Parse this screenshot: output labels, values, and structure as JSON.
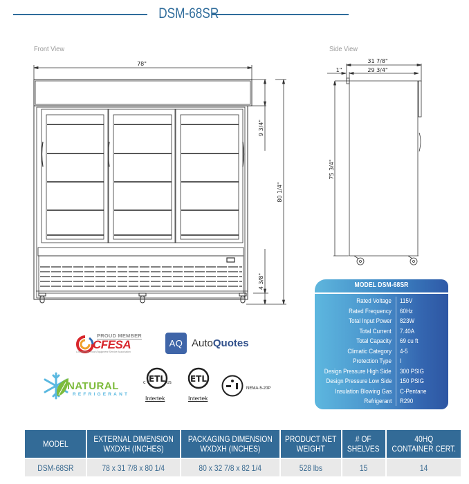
{
  "header": {
    "title": "DSM-68SR"
  },
  "front_view": {
    "label": "Front View",
    "dims": {
      "width": "78\"",
      "top_panel": "9 3/4\"",
      "height": "80 1/4\"",
      "base": "4 3/8\""
    }
  },
  "side_view": {
    "label": "Side View",
    "dims": {
      "overall_depth": "31 7/8\"",
      "body_depth": "29 3/4\"",
      "door": "1\"",
      "body_height": "75 3/4\""
    }
  },
  "spec_card": {
    "title": "MODEL DSM-68SR",
    "rows": [
      {
        "label": "Rated  Voltage",
        "value": "115V"
      },
      {
        "label": "Rated  Frequency",
        "value": "60Hz"
      },
      {
        "label": "Total Input Power",
        "value": "823W"
      },
      {
        "label": "Total Current",
        "value": "7.40A"
      },
      {
        "label": "Total Capacity",
        "value": "69 cu ft"
      },
      {
        "label": "Climatic Category",
        "value": "4-5"
      },
      {
        "label": "Protection Type",
        "value": "I"
      },
      {
        "label": "Design Pressure High Side",
        "value": "300 PSIG"
      },
      {
        "label": "Design Pressure Low Side",
        "value": "150 PSIG"
      },
      {
        "label": "Insulation Blowing Gas",
        "value": "C-Pentane"
      },
      {
        "label": "Refrigerant",
        "value": "R290"
      }
    ],
    "colors": {
      "gradient_start": "#5db7df",
      "gradient_end": "#2e56a3"
    }
  },
  "logos": {
    "cfesa": {
      "proud": "PROUD MEMBER",
      "name": "CFESA",
      "sub": "Commercial Food Equipment Service Association"
    },
    "autoquotes": {
      "icon": "AQ",
      "text_a": "Auto",
      "text_b": "Quotes"
    },
    "natural_refrigerant": {
      "big": "NATURAL",
      "small": "REFRIGERANT"
    },
    "etl1": {
      "left": "C",
      "right": "US",
      "caption": "Intertek"
    },
    "etl2": {
      "caption": "Intertek"
    },
    "nema": {
      "label": "NEMA-5-20P"
    }
  },
  "table": {
    "headers": [
      [
        "MODEL",
        ""
      ],
      [
        "EXTERNAL DIMENSION",
        "WXDXH (INCHES)"
      ],
      [
        "PACKAGING DIMENSION",
        "WXDXH (INCHES)"
      ],
      [
        "PRODUCT NET",
        "WEIGHT"
      ],
      [
        "# OF",
        "SHELVES"
      ],
      [
        "40HQ",
        "CONTAINER CERT."
      ]
    ],
    "row": [
      "DSM-68SR",
      "78 x 31 7/8 x 80 1/4",
      "80  x 32 7/8 x 82 1/4",
      "528 lbs",
      "15",
      "14"
    ],
    "colors": {
      "header_bg": "#336b97",
      "cell_bg": "#e9e9e9",
      "cell_text": "#3b6b91"
    }
  }
}
